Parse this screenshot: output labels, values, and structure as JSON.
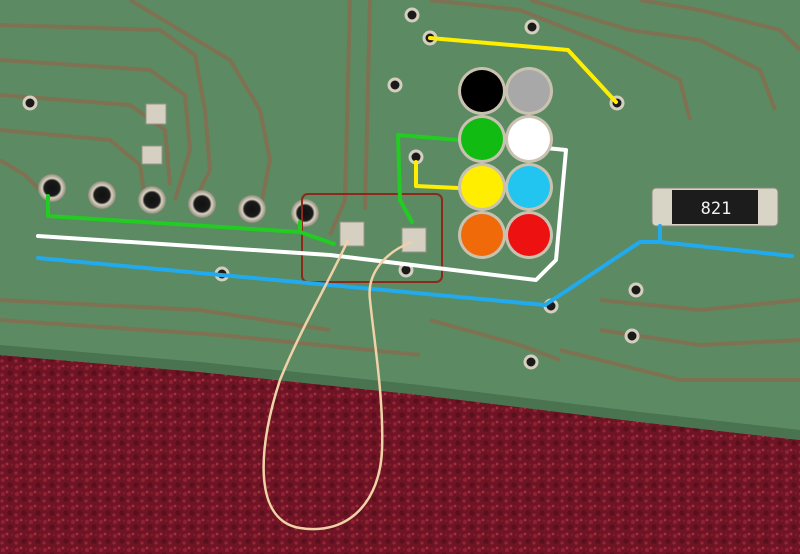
{
  "resistor": {
    "marking": "821"
  },
  "colors": {
    "board": "#5f8a63",
    "board_dark": "#4d7553",
    "trace": "#8a6a4e",
    "carpet": "#7a1828",
    "pad": "#c9c2b0",
    "overlay_green": "#22cc22",
    "overlay_white": "#ffffff",
    "overlay_cyan": "#22aaee",
    "overlay_yellow": "#ffee00",
    "overlay_box": "#8b2a1a",
    "wire": "#f0d2a8"
  },
  "wire_markers": [
    {
      "name": "black",
      "color": "#000000"
    },
    {
      "name": "gray",
      "color": "#a8a8a8"
    },
    {
      "name": "green",
      "color": "#11bb11"
    },
    {
      "name": "white",
      "color": "#ffffff"
    },
    {
      "name": "yellow",
      "color": "#ffee00"
    },
    {
      "name": "cyan",
      "color": "#22c4f0"
    },
    {
      "name": "orange",
      "color": "#f06a0a"
    },
    {
      "name": "red",
      "color": "#ee1111"
    }
  ]
}
